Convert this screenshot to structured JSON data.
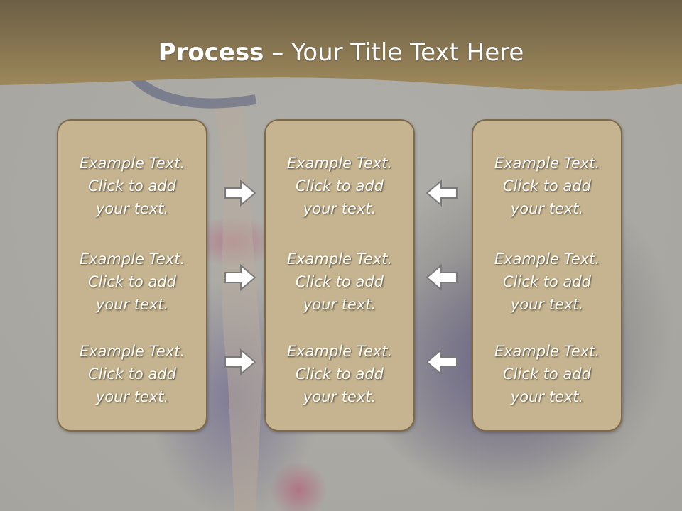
{
  "slide": {
    "title_bold": "Process",
    "title_rest": " – Your Title Text Here",
    "columns": [
      {
        "items": [
          [
            "Example Text.",
            "Click  to add",
            "your text."
          ],
          [
            "Example Text.",
            "Click  to add",
            "your text."
          ],
          [
            "Example Text.",
            "Click  to add",
            "your text."
          ]
        ]
      },
      {
        "items": [
          [
            "Example Text.",
            "Click  to add",
            "your text."
          ],
          [
            "Example Text.",
            "Click  to add",
            "your text."
          ],
          [
            "Example Text.",
            "Click  to add",
            "your text."
          ]
        ]
      },
      {
        "items": [
          [
            "Example Text.",
            "Click  to add",
            "your text."
          ],
          [
            "Example Text.",
            "Click  to add",
            "your text."
          ],
          [
            "Example Text.",
            "Click  to add",
            "your text."
          ]
        ]
      }
    ],
    "arrows": {
      "left_group_direction": "right",
      "right_group_direction": "left",
      "icon": "block-arrow-icon"
    }
  },
  "colors": {
    "header_band": "#9a8358",
    "panel_fill": "#c5b48f",
    "panel_border": "#7d6a4a",
    "text": "#ffffff",
    "arrow_fill": "#ffffff",
    "arrow_stroke": "#7a7a7a"
  }
}
